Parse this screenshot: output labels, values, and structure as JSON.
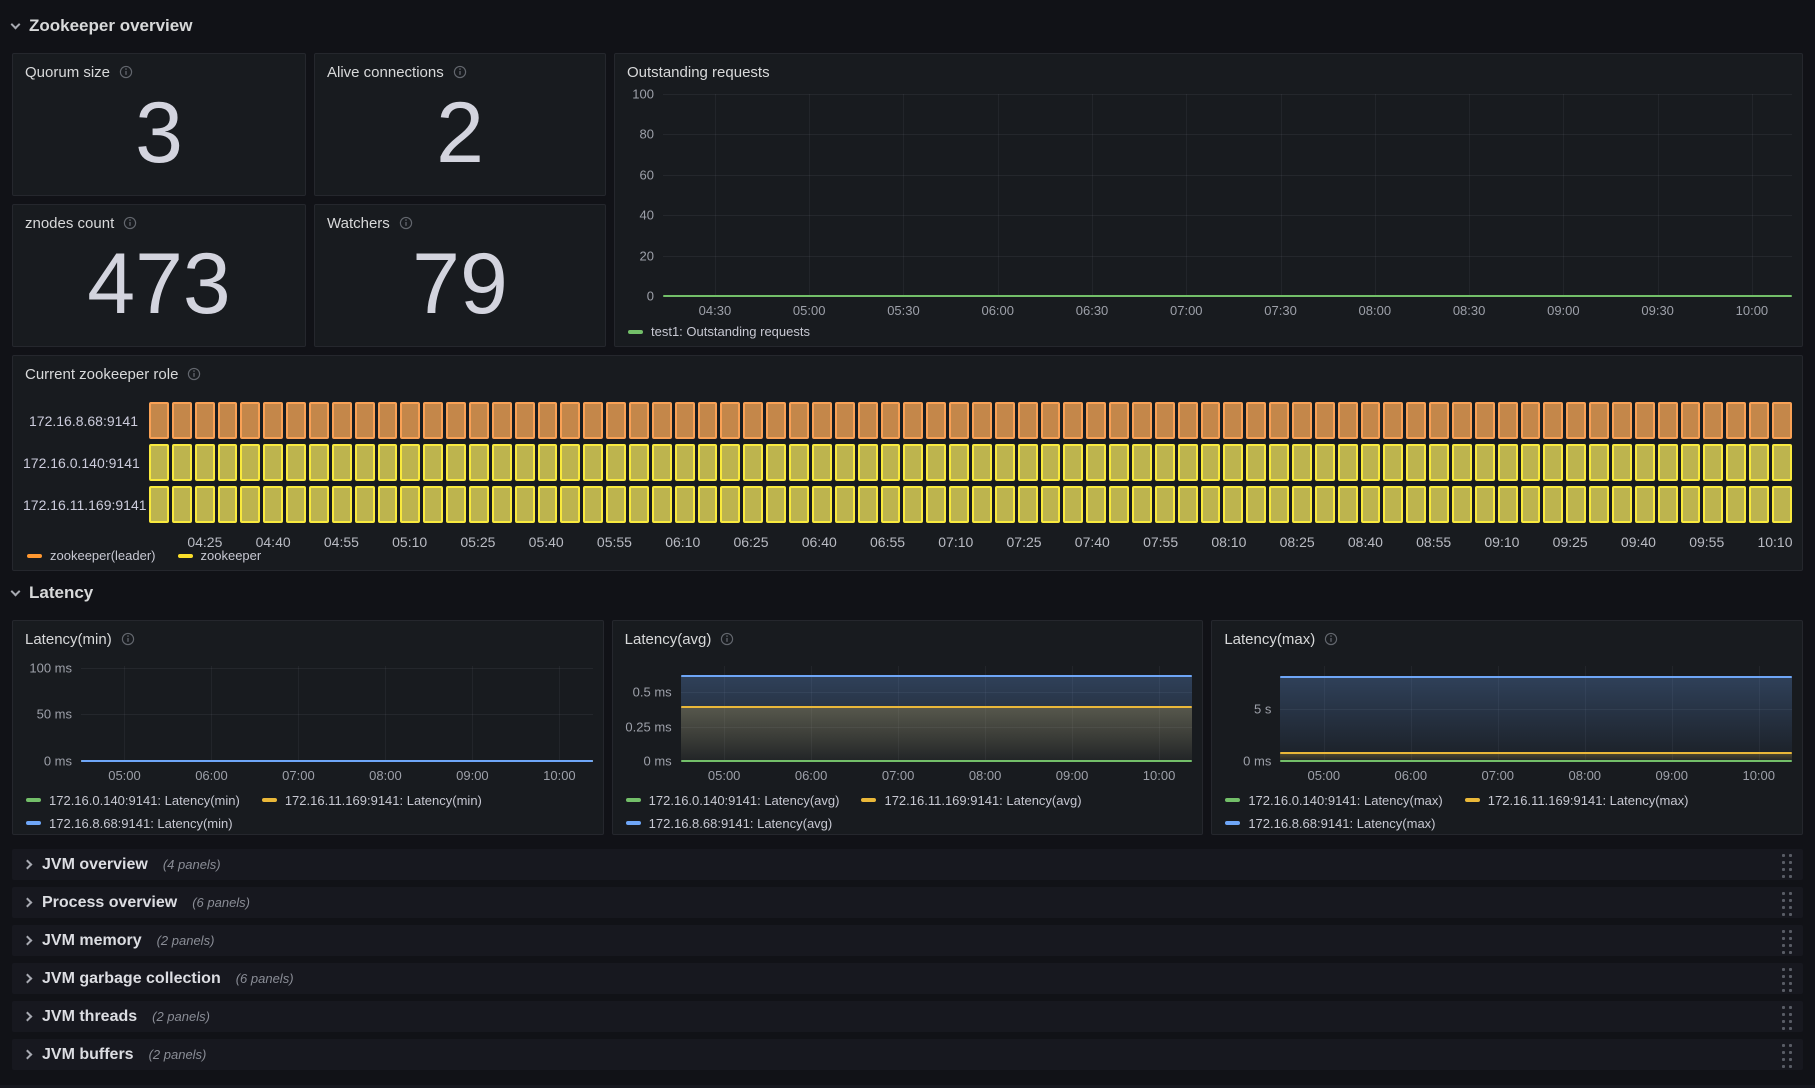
{
  "colors": {
    "page_bg": "#111217",
    "panel_bg": "#181b1f",
    "green": "#73bf69",
    "yellow": "#eab839",
    "blue": "#6ea6f7",
    "orange": "#ff9830",
    "timeline_yellow": "#fade2a"
  },
  "sections": {
    "overview": {
      "title": "Zookeeper overview"
    },
    "latency": {
      "title": "Latency"
    }
  },
  "stats": [
    {
      "title": "Quorum size",
      "value": "3"
    },
    {
      "title": "Alive connections",
      "value": "2"
    },
    {
      "title": "znodes count",
      "value": "473"
    },
    {
      "title": "Watchers",
      "value": "79"
    }
  ],
  "collapsed_rows": [
    {
      "title": "JVM overview",
      "count": "(4 panels)"
    },
    {
      "title": "Process overview",
      "count": "(6 panels)"
    },
    {
      "title": "JVM memory",
      "count": "(2 panels)"
    },
    {
      "title": "JVM garbage collection",
      "count": "(6 panels)"
    },
    {
      "title": "JVM threads",
      "count": "(2 panels)"
    },
    {
      "title": "JVM buffers",
      "count": "(2 panels)"
    }
  ],
  "chart_data": [
    {
      "id": "outstanding-requests",
      "type": "line",
      "title": "Outstanding requests",
      "ylim": [
        0,
        100
      ],
      "grid": true,
      "legend_position": "bottom",
      "legend_per_row": 9,
      "y_ticks": [
        {
          "label": "100",
          "value": 100
        },
        {
          "label": "80",
          "value": 80
        },
        {
          "label": "60",
          "value": 60
        },
        {
          "label": "40",
          "value": 40
        },
        {
          "label": "20",
          "value": 20
        },
        {
          "label": "0",
          "value": 0
        }
      ],
      "x_ticks": [
        "04:30",
        "05:00",
        "05:30",
        "06:00",
        "06:30",
        "07:00",
        "07:30",
        "08:00",
        "08:30",
        "09:00",
        "09:30",
        "10:00"
      ],
      "x_axis": {
        "start_pct": 4.6,
        "step_pct": 8.35
      },
      "series": [
        {
          "name": "test1: Outstanding requests",
          "color": "#73bf69",
          "value": 0,
          "fill": false
        }
      ]
    },
    {
      "id": "zookeeper-role",
      "type": "state-timeline",
      "title": "Current zookeeper role",
      "segments": 72,
      "rows": [
        {
          "label": "172.16.8.68:9141",
          "state": "zookeeper(leader)"
        },
        {
          "label": "172.16.0.140:9141",
          "state": "zookeeper"
        },
        {
          "label": "172.16.11.169:9141",
          "state": "zookeeper"
        }
      ],
      "states": {
        "zookeeper(leader)": {
          "fill": "#c4874a",
          "border": "#f9a155",
          "legend_color": "#ff9830"
        },
        "zookeeper": {
          "fill": "#bdb44e",
          "border": "#f8e93e",
          "legend_color": "#fade2a"
        }
      },
      "x_ticks": [
        "04:25",
        "04:40",
        "04:55",
        "05:10",
        "05:25",
        "05:40",
        "05:55",
        "06:10",
        "06:25",
        "06:40",
        "06:55",
        "07:10",
        "07:25",
        "07:40",
        "07:55",
        "08:10",
        "08:25",
        "08:40",
        "08:55",
        "09:10",
        "09:25",
        "09:40",
        "09:55",
        "10:10"
      ],
      "x_axis": {
        "start_pct": 3.4,
        "step_pct": 4.155
      },
      "legend": [
        {
          "label": "zookeeper(leader)",
          "state": "zookeeper(leader)"
        },
        {
          "label": "zookeeper",
          "state": "zookeeper"
        }
      ]
    },
    {
      "id": "latency-min",
      "type": "line",
      "title": "Latency(min)",
      "ylim": [
        0,
        102
      ],
      "grid": true,
      "legend_position": "bottom",
      "legend_per_row": 2,
      "y_ticks": [
        {
          "label": "100 ms",
          "value": 100
        },
        {
          "label": "50 ms",
          "value": 50
        },
        {
          "label": "0 ms",
          "value": 0
        }
      ],
      "x_ticks": [
        "05:00",
        "06:00",
        "07:00",
        "08:00",
        "09:00",
        "10:00"
      ],
      "x_axis": {
        "start_pct": 8.5,
        "step_pct": 17
      },
      "series": [
        {
          "name": "172.16.0.140:9141: Latency(min)",
          "color": "#73bf69",
          "value": 0,
          "fill": false
        },
        {
          "name": "172.16.11.169:9141: Latency(min)",
          "color": "#eab839",
          "value": 0,
          "fill": false
        },
        {
          "name": "172.16.8.68:9141: Latency(min)",
          "color": "#6ea6f7",
          "value": 0,
          "fill": false
        }
      ]
    },
    {
      "id": "latency-avg",
      "type": "line",
      "title": "Latency(avg)",
      "ylim": [
        0,
        0.69
      ],
      "grid": true,
      "legend_position": "bottom",
      "legend_per_row": 2,
      "y_ticks": [
        {
          "label": "0.5 ms",
          "value": 0.5
        },
        {
          "label": "0.25 ms",
          "value": 0.25
        },
        {
          "label": "0 ms",
          "value": 0
        }
      ],
      "x_ticks": [
        "05:00",
        "06:00",
        "07:00",
        "08:00",
        "09:00",
        "10:00"
      ],
      "x_axis": {
        "start_pct": 8.5,
        "step_pct": 17
      },
      "series": [
        {
          "name": "172.16.0.140:9141: Latency(avg)",
          "color": "#73bf69",
          "value": 0,
          "fill": false
        },
        {
          "name": "172.16.11.169:9141: Latency(avg)",
          "color": "#eab839",
          "value": 0.39,
          "fill": true
        },
        {
          "name": "172.16.8.68:9141: Latency(avg)",
          "color": "#6ea6f7",
          "value": 0.615,
          "fill": true
        }
      ]
    },
    {
      "id": "latency-max",
      "type": "line",
      "title": "Latency(max)",
      "ylim": [
        0,
        9.2
      ],
      "grid": true,
      "legend_position": "bottom",
      "legend_per_row": 2,
      "y_ticks": [
        {
          "label": "5 s",
          "value": 5
        },
        {
          "label": "0 ms",
          "value": 0
        }
      ],
      "x_ticks": [
        "05:00",
        "06:00",
        "07:00",
        "08:00",
        "09:00",
        "10:00"
      ],
      "x_axis": {
        "start_pct": 8.5,
        "step_pct": 17
      },
      "series": [
        {
          "name": "172.16.0.140:9141: Latency(max)",
          "color": "#73bf69",
          "value": 0,
          "fill": false
        },
        {
          "name": "172.16.11.169:9141: Latency(max)",
          "color": "#eab839",
          "value": 0.81,
          "fill": true
        },
        {
          "name": "172.16.8.68:9141: Latency(max)",
          "color": "#6ea6f7",
          "value": 8.18,
          "fill": true
        }
      ]
    }
  ]
}
